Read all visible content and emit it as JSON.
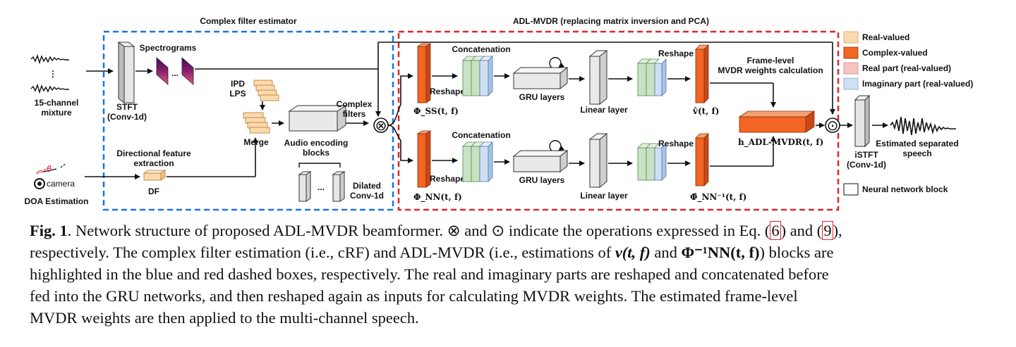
{
  "diagram": {
    "section_titles": {
      "left": "Complex filter estimator",
      "right": "ADL-MVDR (replacing matrix inversion and PCA)"
    },
    "labels": {
      "mixture_line1": "15-channel",
      "mixture_line2": "mixture",
      "dots_vertical": "⋮",
      "stft_line1": "STFT",
      "stft_line2": "(Conv-1d)",
      "spectrograms": "Spectrograms",
      "spectro_dots": "...",
      "ipd": "IPD",
      "lps": "LPS",
      "merge": "Merge",
      "directional_line1": "Directional feature",
      "directional_line2": "extraction",
      "df": "DF",
      "camera": "camera",
      "theta": "θ",
      "doa": "DOA Estimation",
      "audio_enc_line1": "Audio encoding",
      "audio_enc_line2": "blocks",
      "conv_dots": "...",
      "dilated_line1": "Dilated",
      "dilated_line2": "Conv-1d",
      "complex_filters_line1": "Complex",
      "complex_filters_line2": "filters",
      "otimes": "⊗",
      "concat_top": "Concatenation",
      "concat_bottom": "Concatenation",
      "reshape_top1": "Reshape",
      "reshape_top2": "Reshape",
      "reshape_bot1": "Reshape",
      "reshape_bot2": "Reshape",
      "gru_top": "GRU layers",
      "gru_bottom": "GRU layers",
      "linear_top": "Linear layer",
      "linear_bottom": "Linear layer",
      "phi_ss": "Φ_SS(t, f)",
      "phi_nn": "Φ_NN(t, f)",
      "v_hat": "v̂(t, f)",
      "phi_nn_inv": "Φ̂_NN⁻¹(t, f)",
      "frame_level_line1": "Frame-level",
      "frame_level_line2": "MVDR weights calculation",
      "h_adl": "h_ADL-MVDR(t, f)",
      "odot": "⊙",
      "istft_line1": "iSTFT",
      "istft_line2": "(Conv-1d)",
      "estimated_line1": "Estimated separated",
      "estimated_line2": "speech"
    },
    "legend": [
      {
        "label": "Real-valued",
        "color": "#fbd9ad"
      },
      {
        "label": "Complex-valued",
        "color": "#f26522"
      },
      {
        "label": "Real part (real-valued)",
        "color": "#f7c4c4"
      },
      {
        "label": "Imaginary part (real-valued)",
        "color": "#cfe0f5"
      },
      {
        "label": "Neural network block",
        "color": "#ffffff"
      }
    ],
    "colors": {
      "blue_dashed": "#1a73e8",
      "red_dashed": "#e0262a",
      "orange_block": "#f26522",
      "orange_dark": "#c9481a",
      "real_block": "#fbd9ad",
      "green_block": "#c8e2c2",
      "blue_block": "#cfe0f5",
      "gray_block": "#e6e6e6",
      "spectro_purple": "#2b0d4a",
      "spectro_pink": "#e83e8c"
    }
  },
  "caption": {
    "fig_label": "Fig. 1",
    "line1_a": ". Network structure of proposed ADL-MVDR beamformer. ⊗ and ⊙ indicate the operations expressed in Eq. (",
    "ref1": "6",
    "line1_b": ") and (",
    "ref2": "9",
    "line1_c": "),",
    "line2_a": "respectively. The complex filter estimation (i.e., cRF) and ADL-MVDR (i.e., estimations of ",
    "line2_v": "v(t, f)",
    "line2_b": " and ",
    "line2_phi": "Φ⁻¹NN(t, f)",
    "line2_c": ") blocks are",
    "line3": "highlighted in the blue and red dashed boxes, respectively. The real and imaginary parts are reshaped and concatenated before",
    "line4": "fed into the GRU networks, and then reshaped again as inputs for calculating MVDR weights.  The estimated frame-level",
    "line5": "MVDR weights are then applied to the multi-channel speech."
  }
}
